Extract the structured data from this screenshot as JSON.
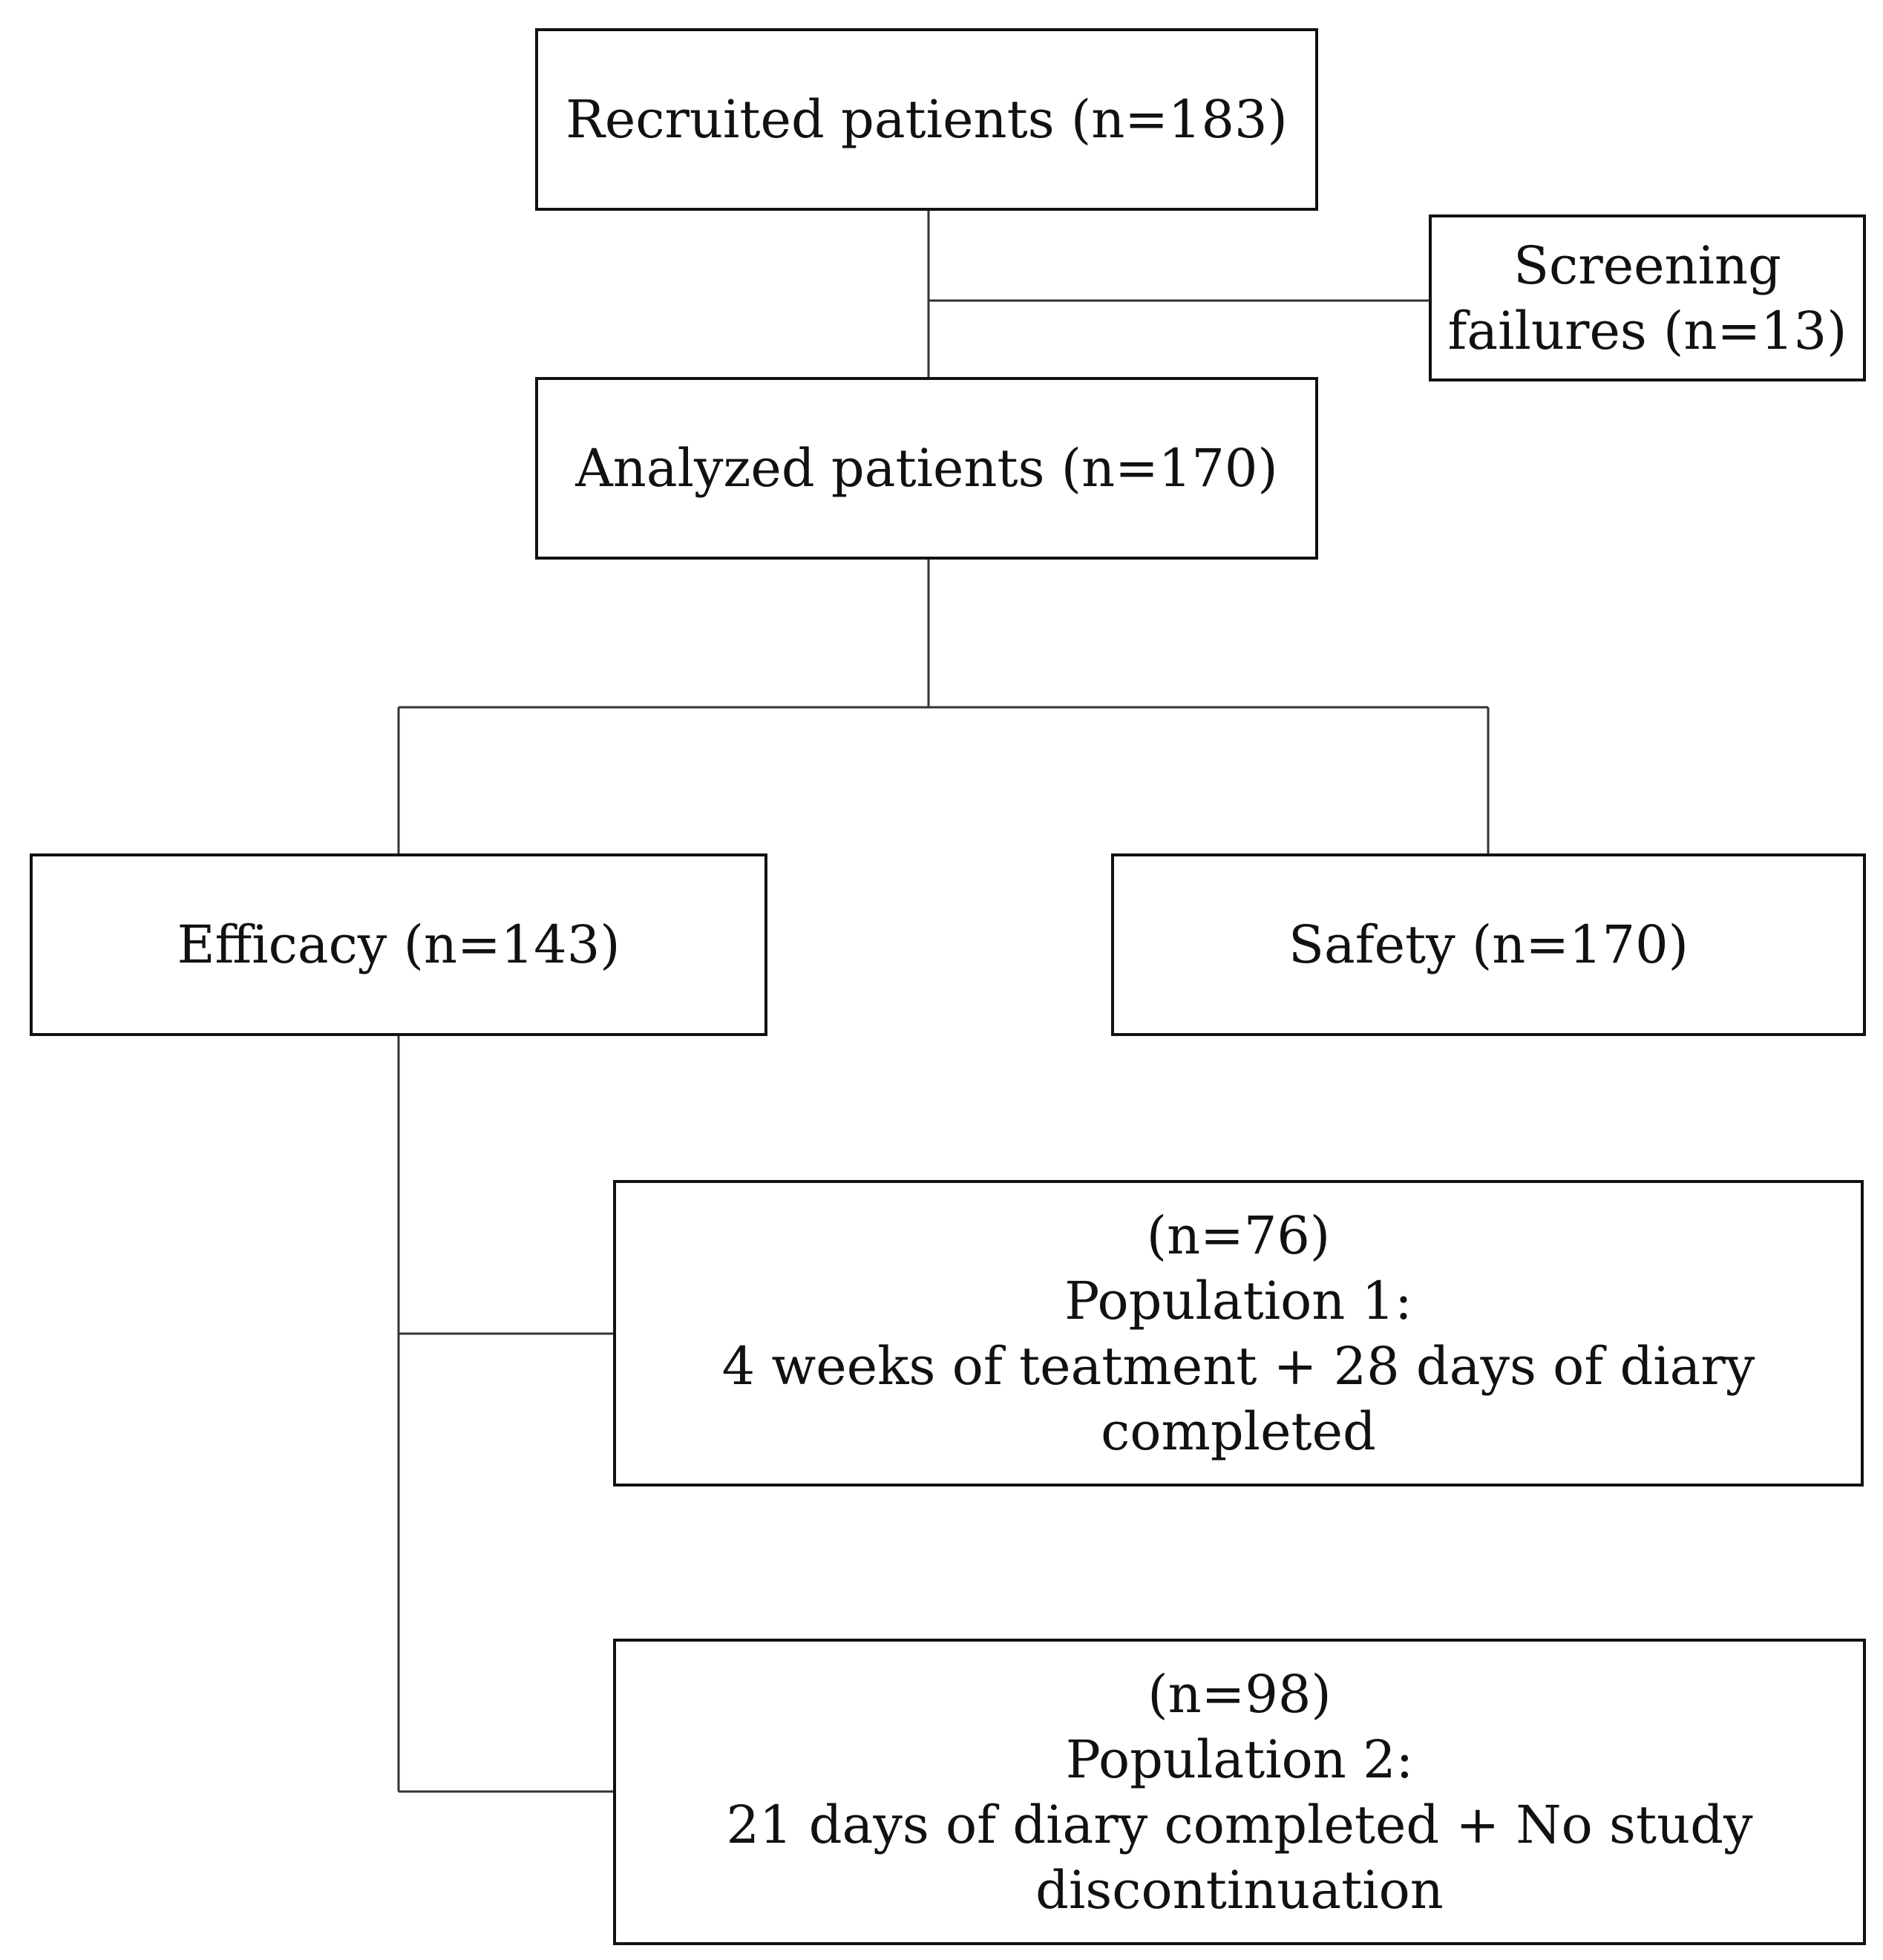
{
  "diagram": {
    "recruited": {
      "label": "Recruited patients (n=183)"
    },
    "screening": {
      "line1": "Screening",
      "line2": "failures (n=13)"
    },
    "analyzed": {
      "label": "Analyzed patients (n=170)"
    },
    "efficacy": {
      "label": "Efficacy (n=143)"
    },
    "safety": {
      "label": "Safety (n=170)"
    },
    "population1": {
      "count": "(n=76)",
      "title": "Population 1:",
      "line1": "4 weeks of teatment + 28 days of diary",
      "line2": "completed"
    },
    "population2": {
      "count": "(n=98)",
      "title": "Population 2:",
      "line1": "21 days of diary completed + No study",
      "line2": "discontinuation"
    }
  }
}
